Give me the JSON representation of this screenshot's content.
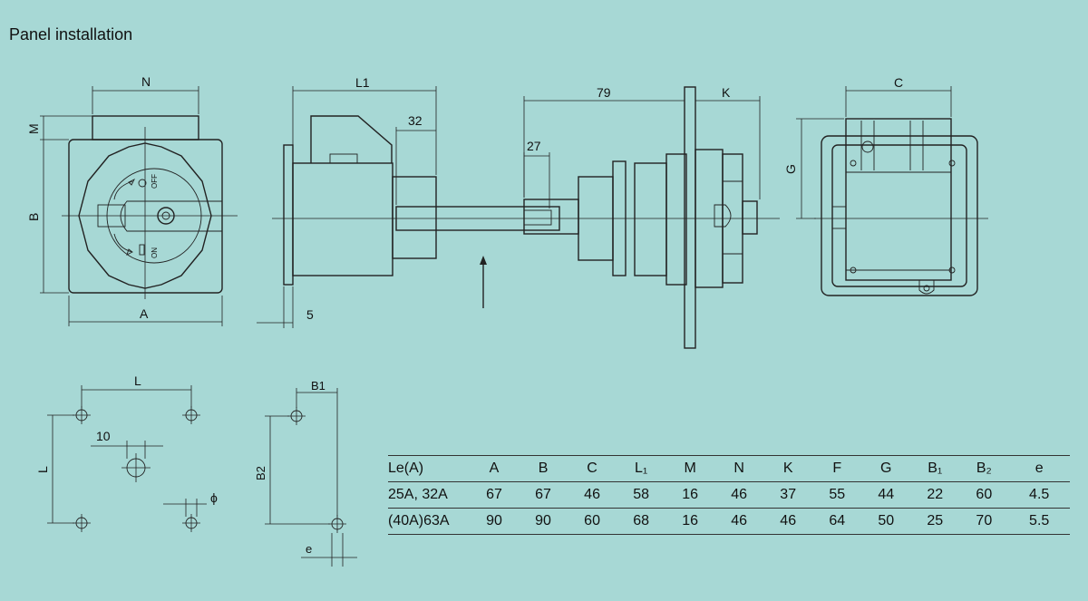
{
  "title": "Panel installation",
  "dims": {
    "N": "N",
    "M": "M",
    "B": "B",
    "A": "A",
    "L1": "L1",
    "d32": "32",
    "d27": "27",
    "d5": "5",
    "d79": "79",
    "K": "K",
    "C": "C",
    "G": "G",
    "L": "L",
    "d10": "10",
    "phi": "ϕ",
    "B1": "B1",
    "B2": "B2",
    "e": "e"
  },
  "switch": {
    "off": "OFF",
    "on": "ON"
  },
  "table": {
    "headers": [
      "Le(A)",
      "A",
      "B",
      "C",
      "L₁",
      "M",
      "N",
      "K",
      "F",
      "G",
      "B₁",
      "B₂",
      "e"
    ],
    "rows": [
      [
        "25A, 32A",
        "67",
        "67",
        "46",
        "58",
        "16",
        "46",
        "37",
        "55",
        "44",
        "22",
        "60",
        "4.5"
      ],
      [
        "(40A)63A",
        "90",
        "90",
        "60",
        "68",
        "16",
        "46",
        "46",
        "64",
        "50",
        "25",
        "70",
        "5.5"
      ]
    ]
  }
}
